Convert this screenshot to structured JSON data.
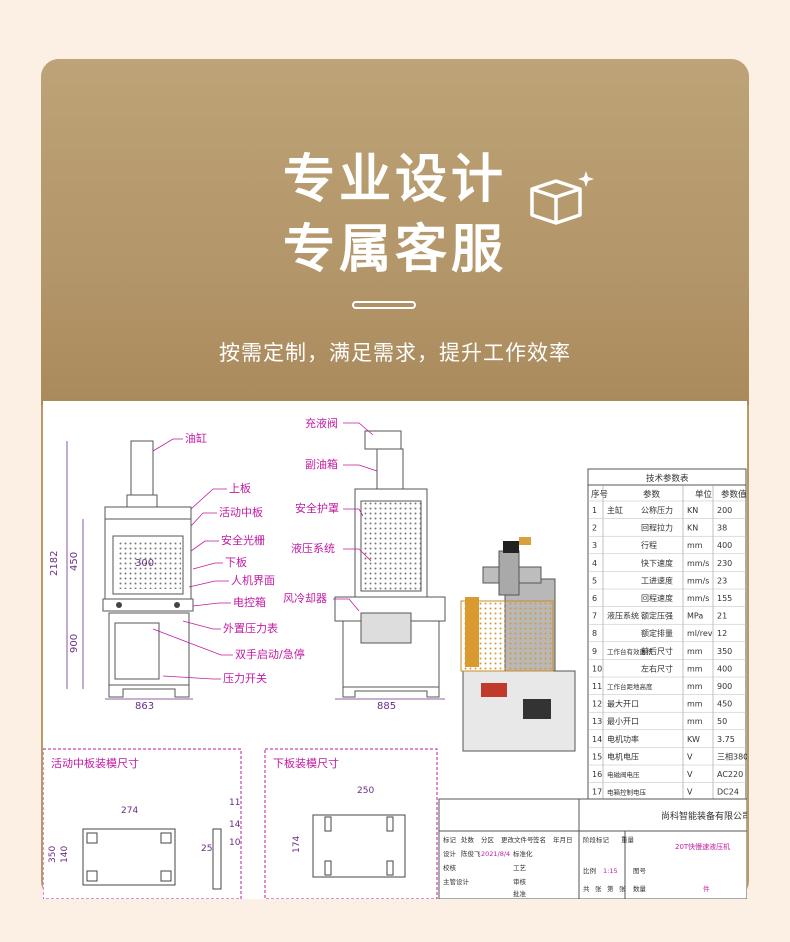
{
  "header": {
    "title_line1": "专业设计",
    "title_line2": "专属客服",
    "subtitle": "按需定制，满足需求，提升工作效率"
  },
  "drawing": {
    "front_labels": [
      "油缸",
      "上板",
      "活动中板",
      "安全光栅",
      "下板",
      "人机界面",
      "电控箱",
      "外置压力表",
      "双手启动/急停",
      "压力开关"
    ],
    "side_labels": [
      "充液阀",
      "副油箱",
      "安全护罩",
      "液压系统",
      "风冷却器"
    ],
    "dims": {
      "height_total": "2182",
      "height_upper": "450",
      "height_lower": "900",
      "width_front": "863",
      "width_side": "885",
      "front_mid": "300"
    },
    "spec_table": {
      "title": "技术参数表",
      "headers": [
        "序号",
        "参数",
        "单位",
        "参数值"
      ],
      "rows": [
        [
          "1",
          "主缸",
          "公称压力",
          "KN",
          "200"
        ],
        [
          "2",
          "",
          "回程拉力",
          "KN",
          "38"
        ],
        [
          "3",
          "",
          "行程",
          "mm",
          "400"
        ],
        [
          "4",
          "",
          "快下速度",
          "mm/s",
          "230"
        ],
        [
          "5",
          "",
          "工进速度",
          "mm/s",
          "23"
        ],
        [
          "6",
          "",
          "回程速度",
          "mm/s",
          "155"
        ],
        [
          "7",
          "液压系统",
          "额定压强",
          "MPa",
          "21"
        ],
        [
          "8",
          "",
          "额定排量",
          "ml/rev",
          "12"
        ],
        [
          "9",
          "工作台有效面积",
          "前后尺寸",
          "mm",
          "350"
        ],
        [
          "10",
          "",
          "左右尺寸",
          "mm",
          "400"
        ],
        [
          "11",
          "工作台距地高度",
          "",
          "mm",
          "900"
        ],
        [
          "12",
          "最大开口",
          "",
          "mm",
          "450"
        ],
        [
          "13",
          "最小开口",
          "",
          "mm",
          "50"
        ],
        [
          "14",
          "电机功率",
          "",
          "KW",
          "3.75"
        ],
        [
          "15",
          "电机电压",
          "",
          "V",
          "三相380"
        ],
        [
          "16",
          "电磁阀电压",
          "",
          "V",
          "AC220"
        ],
        [
          "17",
          "电箱控制电压",
          "",
          "V",
          "DC24"
        ]
      ]
    },
    "mid_plate": {
      "title": "活动中板装模尺寸",
      "w": "274",
      "h": "350",
      "h2": "140",
      "d1": "11",
      "d2": "14",
      "d3": "25",
      "d4": "10"
    },
    "low_plate": {
      "title": "下板装模尺寸",
      "w": "250",
      "h": "174"
    },
    "title_block": {
      "company": "尚科智能装备有限公司",
      "product": "20T快慢速液压机",
      "row1": [
        "标记",
        "处数",
        "分区",
        "更改文件号",
        "签名",
        "年月日"
      ],
      "design": "设计",
      "designer": "陈俊飞",
      "date": "2021/8/4",
      "std": "标准化",
      "check": "校核",
      "craft": "工艺",
      "chief": "主管设计",
      "review": "审核",
      "approve": "批准",
      "stage": "阶段标记",
      "weight": "重量",
      "scale": "比例",
      "scale_val": "1:15",
      "sheet1": "共",
      "sheet2": "张",
      "sheet3": "第",
      "sheet4": "张",
      "drawing_no": "图号",
      "qty": "数量",
      "unit": "件"
    }
  }
}
